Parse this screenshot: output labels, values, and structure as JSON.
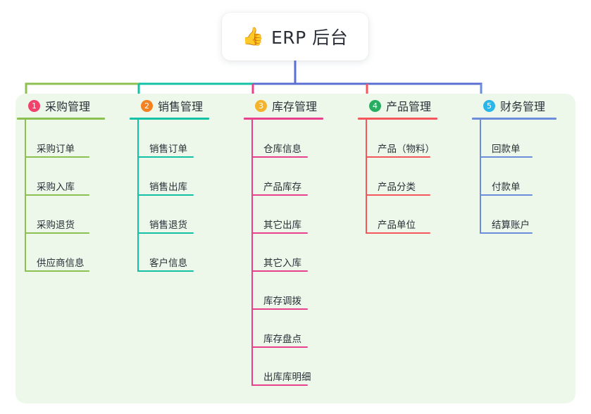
{
  "root": {
    "icon": "thumbs-up-emoji",
    "emoji": "👍",
    "title": "ERP 后台"
  },
  "theme": {
    "panel_background": "#eef8ea",
    "page_background": "#ffffff",
    "text_color": "#2b2f38"
  },
  "connector": {
    "trunk_color": "#5b6fd0",
    "bar_segments": [
      {
        "color": "#7ab648",
        "from": "col1",
        "to": "col2"
      },
      {
        "color": "#13c2a4",
        "from": "col2",
        "to": "col3"
      },
      {
        "color": "#5b6fd0",
        "from": "col3",
        "to": "col5"
      }
    ]
  },
  "columns": [
    {
      "number": "1",
      "badge_color": "#f2416b",
      "line_color": "#8cc152",
      "title": "采购管理",
      "items": [
        "采购订单",
        "采购入库",
        "采购退货",
        "供应商信息"
      ]
    },
    {
      "number": "2",
      "badge_color": "#f58220",
      "line_color": "#13c2a4",
      "title": "销售管理",
      "items": [
        "销售订单",
        "销售出库",
        "销售退货",
        "客户信息"
      ]
    },
    {
      "number": "3",
      "badge_color": "#f5b32b",
      "line_color": "#e8408a",
      "title": "库存管理",
      "items": [
        "仓库信息",
        "产品库存",
        "其它出库",
        "其它入库",
        "库存调拨",
        "库存盘点",
        "出库库明细"
      ]
    },
    {
      "number": "4",
      "badge_color": "#27ae60",
      "line_color": "#f4565c",
      "title": "产品管理",
      "items": [
        "产品（物料）",
        "产品分类",
        "产品单位"
      ]
    },
    {
      "number": "5",
      "badge_color": "#29b6e8",
      "line_color": "#6b8ddb",
      "title": "财务管理",
      "items": [
        "回款单",
        "付款单",
        "结算账户"
      ]
    }
  ]
}
